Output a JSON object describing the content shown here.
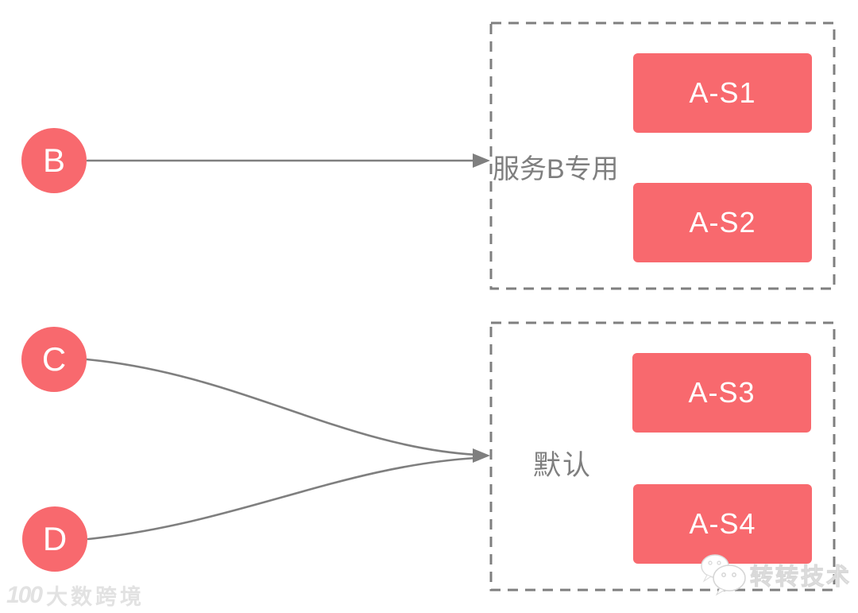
{
  "diagram": {
    "nodes": [
      {
        "label": "B"
      },
      {
        "label": "C"
      },
      {
        "label": "D"
      }
    ],
    "groups": [
      {
        "label": "服务B专用",
        "servers": [
          "A-S1",
          "A-S2"
        ]
      },
      {
        "label": "默认",
        "servers": [
          "A-S3",
          "A-S4"
        ]
      }
    ]
  },
  "watermarks": {
    "bottom_left_logo": "100",
    "bottom_left": "大数跨境",
    "bottom_right": "转转技术"
  },
  "colors": {
    "accent": "#F8696E",
    "line": "#7F7F7F",
    "label_gray": "#7F7F7F",
    "watermark_gray": "#E2E2E2"
  }
}
